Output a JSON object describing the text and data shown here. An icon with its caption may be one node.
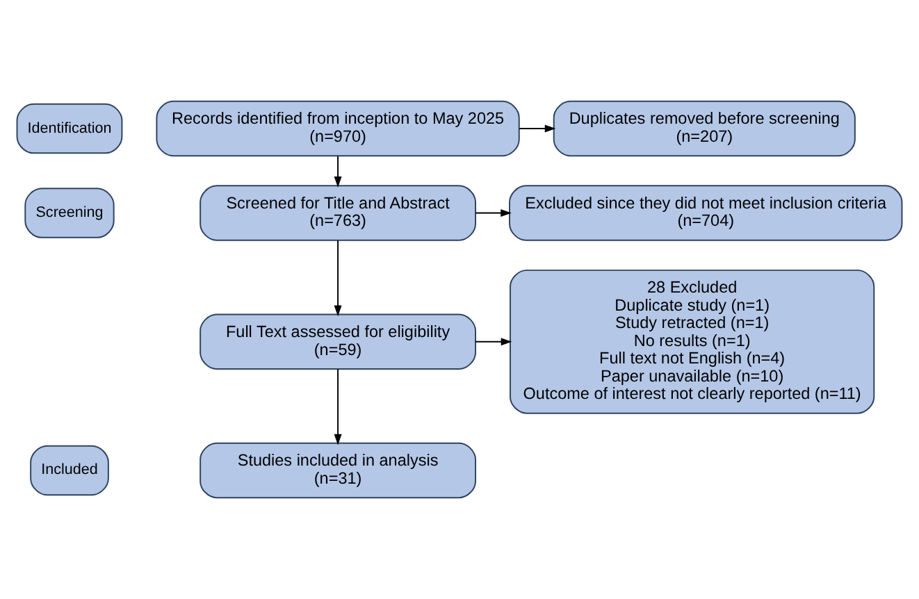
{
  "diagram": {
    "nodes": [
      {
        "text": [
          "Identification"
        ]
      },
      {
        "text": [
          "Screening"
        ]
      },
      {
        "text": [
          "Included"
        ]
      },
      {
        "text": [
          "Records identified from inception to May 2025",
          "(n=970)"
        ]
      },
      {
        "text": [
          "Duplicates removed before screening",
          "(n=207)"
        ]
      },
      {
        "text": [
          "Screened for Title and Abstract",
          "(n=763)"
        ]
      },
      {
        "text": [
          "Excluded since they did not meet inclusion criteria",
          "(n=704)"
        ]
      },
      {
        "text": [
          "Full Text assessed for eligibility",
          "(n=59)"
        ]
      },
      {
        "text": [
          "28 Excluded",
          "Duplicate study (n=1)",
          "Study retracted (n=1)",
          "No results (n=1)",
          "Full text not English (n=4)",
          "Paper unavailable (n=10)",
          "Outcome of interest not clearly reported (n=11)"
        ]
      },
      {
        "text": [
          "Studies included in analysis",
          "(n=31)"
        ]
      }
    ],
    "edges": [
      {
        "from": 3,
        "to": 4,
        "arrow": "to"
      },
      {
        "from": 3,
        "to": 5,
        "arrow": "to"
      },
      {
        "from": 5,
        "to": 6,
        "arrow": "to"
      },
      {
        "from": 5,
        "to": 7,
        "arrow": "to"
      },
      {
        "from": 7,
        "to": 8,
        "arrow": "to"
      },
      {
        "from": 7,
        "to": 9,
        "arrow": "to"
      }
    ]
  }
}
